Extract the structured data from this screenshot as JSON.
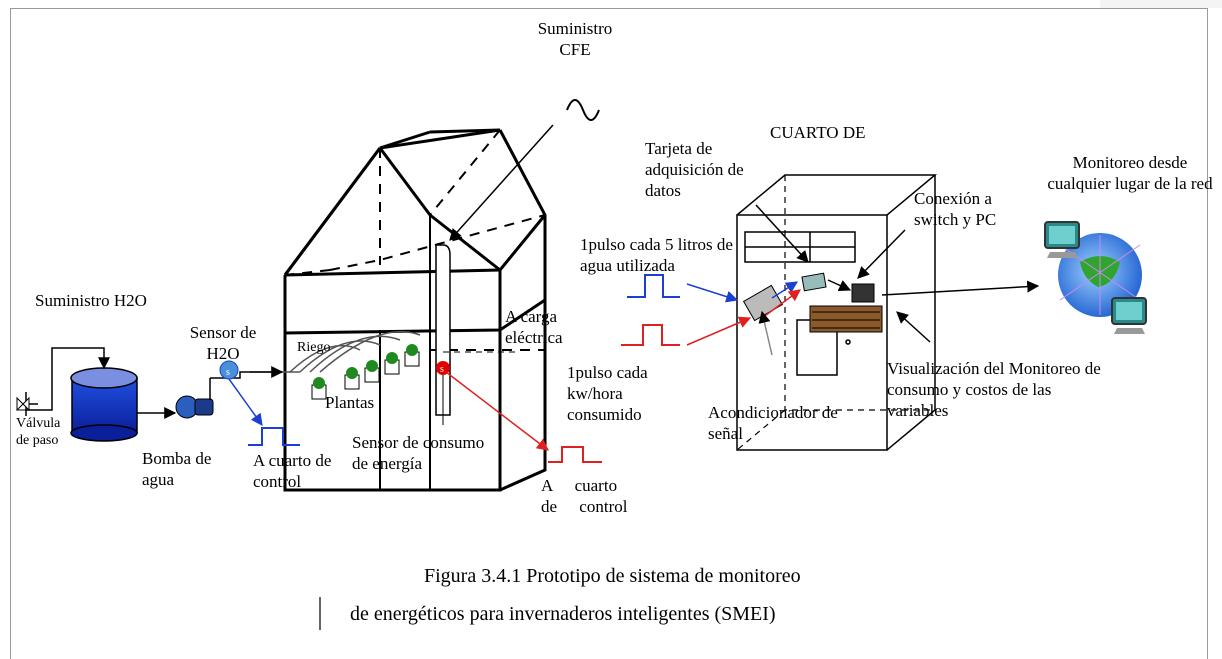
{
  "labels": {
    "suministro_cfe": "Suministro CFE",
    "cuarto_control_title": "CUARTO DE CONTROL",
    "tarjeta": "Tarjeta de adquisición de datos",
    "conexion": "Conexión a switch y PC",
    "monitoreo_red": "Monitoreo desde cualquier lugar de la red",
    "pulso_agua": "1pulso cada 5 litros de agua utilizada",
    "pulso_kw": "1pulso cada kw/hora consumido",
    "a_carga": "A carga eléctrica",
    "suministro_h2o": "Suministro H2O",
    "sensor_h2o": "Sensor de H2O",
    "riego": "Riego",
    "plantas": "Plantas",
    "valvula": "Válvula de paso",
    "bomba": "Bomba de agua",
    "a_cuarto_1": "A cuarto de control",
    "sensor_consumo": "Sensor de consumo de energía",
    "a_cuarto_2": "A cuarto de control",
    "acondicionador": "Acondicionador de señal",
    "visualizacion": "Visualización del Monitoreo de consumo y costos de las variables",
    "sensor_marker": "s"
  },
  "caption": {
    "line1": "Figura 3.4.1  Prototipo de sistema de monitoreo",
    "line2": "de energéticos para invernaderos inteligentes (SMEI)"
  },
  "colors": {
    "water": "#1a3fd1",
    "energy": "#e02020",
    "sensor_blue": "#4a90d9",
    "sensor_red": "#e00000"
  }
}
